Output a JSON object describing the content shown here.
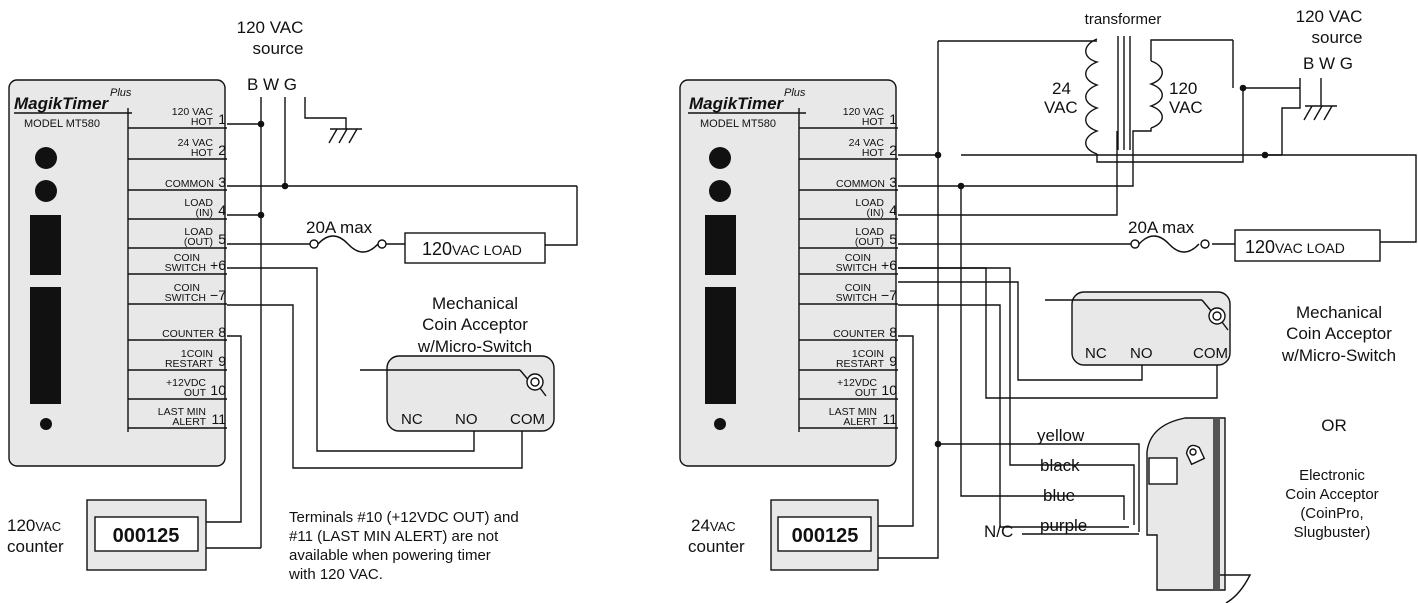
{
  "left": {
    "source": {
      "title": "120 VAC",
      "sub": "source",
      "bwg": "B W G"
    },
    "timer": {
      "brand": "MagikTimer",
      "plus": "Plus",
      "model": "MODEL MT580"
    },
    "fuse": "20A max",
    "load_big": "120",
    "load_small": "VAC LOAD",
    "acceptor": {
      "title1": "Mechanical",
      "title2": "Coin Acceptor",
      "title3": "w/Micro-Switch",
      "nc": "NC",
      "no": "NO",
      "com": "COM"
    },
    "counter": {
      "label_big": "120",
      "label_small": "VAC",
      "label2": "counter",
      "display": "000125"
    },
    "note": [
      "Terminals #10 (+12VDC OUT) and",
      "#11 (LAST MIN ALERT) are not",
      "available when powering timer",
      "with 120 VAC."
    ]
  },
  "right": {
    "transformer": "transformer",
    "tx_left": [
      "24",
      "VAC"
    ],
    "tx_right": [
      "120",
      "VAC"
    ],
    "source": {
      "title": "120 VAC",
      "sub": "source",
      "bwg": "B W G"
    },
    "timer": {
      "brand": "MagikTimer",
      "plus": "Plus",
      "model": "MODEL MT580"
    },
    "fuse": "20A max",
    "load_big": "120",
    "load_small": "VAC LOAD",
    "acceptor": {
      "title1": "Mechanical",
      "title2": "Coin Acceptor",
      "title3": "w/Micro-Switch",
      "nc": "NC",
      "no": "NO",
      "com": "COM"
    },
    "or": "OR",
    "electronic": [
      "Electronic",
      "Coin Acceptor",
      "(CoinPro,",
      "Slugbuster)"
    ],
    "wires": [
      "yellow",
      "black",
      "blue",
      "purple"
    ],
    "nc": "N/C",
    "counter": {
      "label_big": "24",
      "label_small": "VAC",
      "label2": "counter",
      "display": "000125"
    }
  },
  "terminals": [
    {
      "l1": "120 VAC",
      "l2": "HOT",
      "num": "1"
    },
    {
      "l1": "24 VAC",
      "l2": "HOT",
      "num": "2"
    },
    {
      "l1": "COMMON",
      "l2": "",
      "num": "3"
    },
    {
      "l1": "LOAD",
      "l2": "(IN)",
      "num": "4"
    },
    {
      "l1": "LOAD",
      "l2": "(OUT)",
      "num": "5"
    },
    {
      "l1": "COIN",
      "l2": "SWITCH",
      "num": "+6"
    },
    {
      "l1": "COIN",
      "l2": "SWITCH",
      "num": "−7"
    },
    {
      "l1": "COUNTER",
      "l2": "",
      "num": "8"
    },
    {
      "l1": "1COIN",
      "l2": "RESTART",
      "num": "9"
    },
    {
      "l1": "+12VDC",
      "l2": "OUT",
      "num": "10"
    },
    {
      "l1": "LAST MIN",
      "l2": "ALERT",
      "num": "11"
    }
  ]
}
